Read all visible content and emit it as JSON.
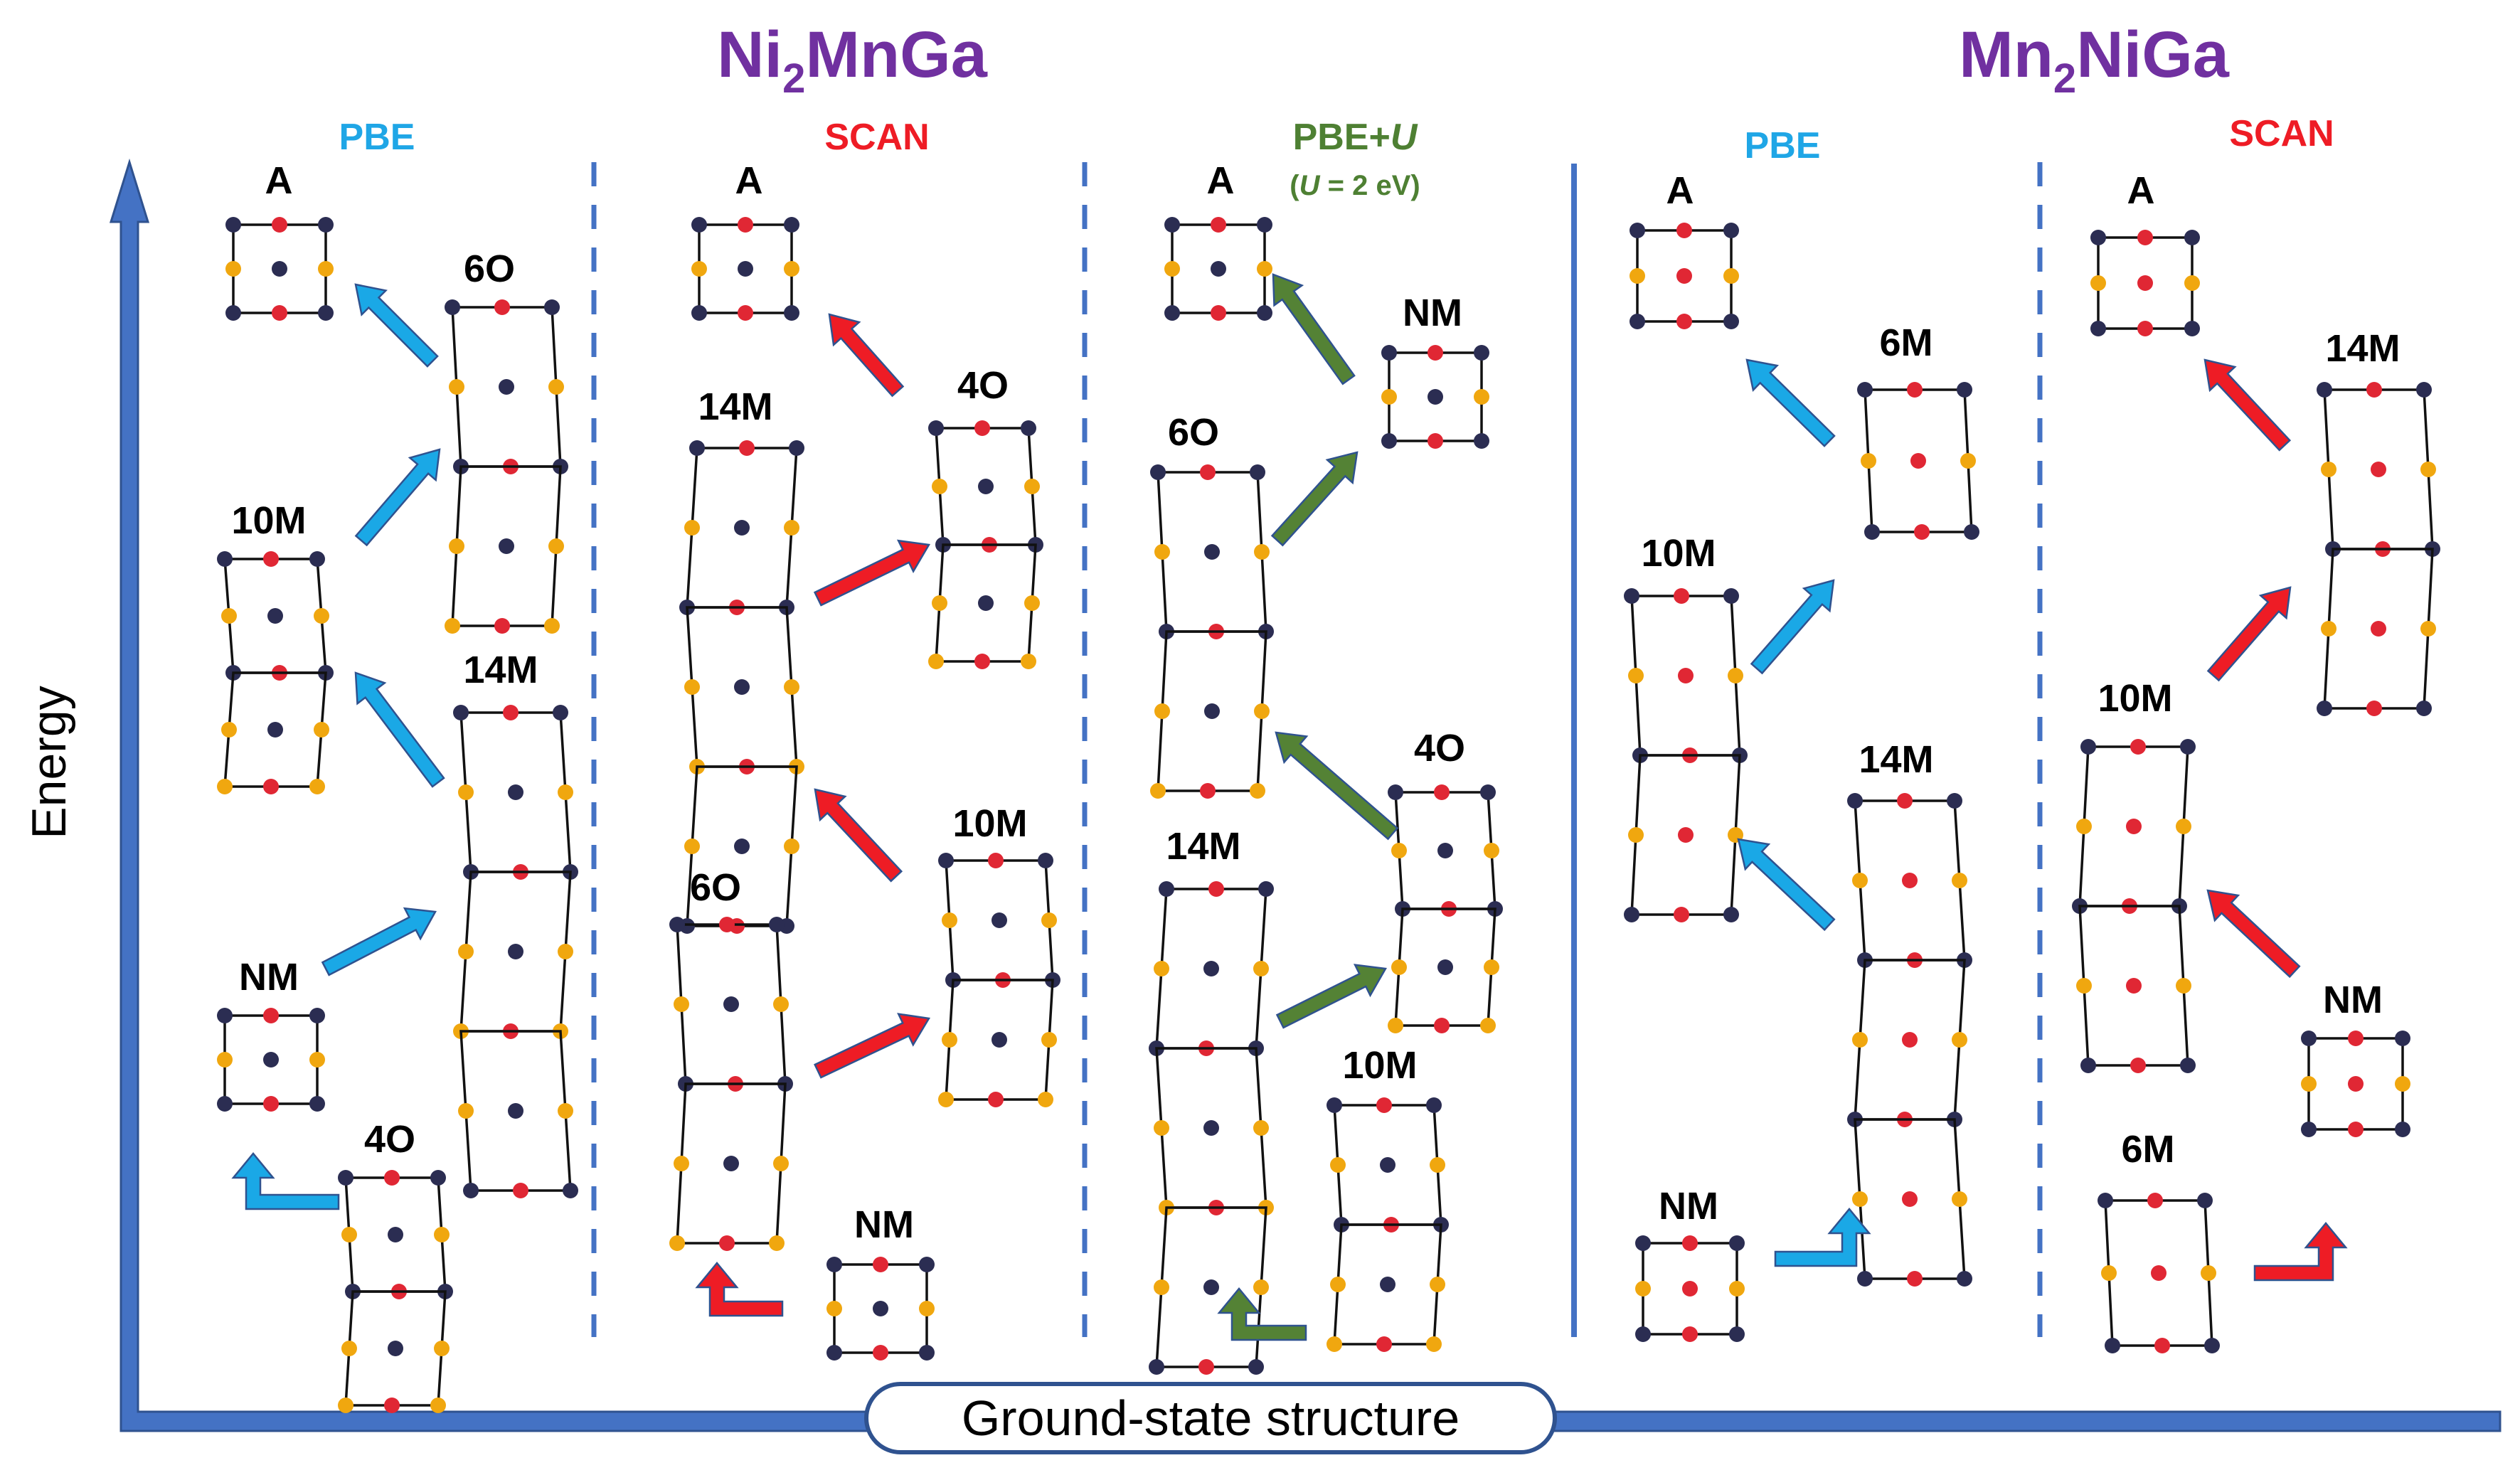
{
  "titles": [
    {
      "id": "ni2mnga",
      "base1": "Ni",
      "sub": "2",
      "base2": "MnGa"
    },
    {
      "id": "mn2niga",
      "base1": "Mn",
      "sub": "2",
      "base2": "NiGa"
    }
  ],
  "methods": [
    {
      "id": "pbe-1",
      "text": "PBE",
      "color": "#1fa6e6"
    },
    {
      "id": "scan-1",
      "text": "SCAN",
      "color": "#ee1c25"
    },
    {
      "id": "pbeu",
      "text": "PBE+",
      "italic": "U",
      "color": "#4e8033",
      "note_open": "(",
      "note_italic": "U",
      "note_rest": " = 2 eV)"
    },
    {
      "id": "pbe-2",
      "text": "PBE",
      "color": "#1fa6e6"
    },
    {
      "id": "scan-2",
      "text": "SCAN",
      "color": "#ee1c25"
    }
  ],
  "axis": {
    "y_label": "Energy",
    "x_label": "Ground-state structure",
    "color": "#4472c4"
  },
  "colors": {
    "ni": "#2b2d52",
    "mn": "#e02734",
    "ga": "#f0a70f",
    "pbe_arrow": "#1aa8e6",
    "scan_arrow": "#ee1c25",
    "pbeu_arrow": "#548235"
  },
  "panels": [
    {
      "method": "pbe-1",
      "sequence": [
        "4O",
        "NM",
        "14M",
        "10M",
        "6O",
        "A"
      ]
    },
    {
      "method": "scan-1",
      "sequence": [
        "NM",
        "6O",
        "10M",
        "14M",
        "4O",
        "A"
      ]
    },
    {
      "method": "pbeu",
      "sequence": [
        "10M",
        "14M",
        "4O",
        "6O",
        "NM",
        "A"
      ]
    },
    {
      "method": "pbe-2",
      "sequence": [
        "NM",
        "14M",
        "10M",
        "6M",
        "A"
      ]
    },
    {
      "method": "scan-2",
      "sequence": [
        "6M",
        "NM",
        "10M",
        "14M",
        "A"
      ]
    }
  ]
}
